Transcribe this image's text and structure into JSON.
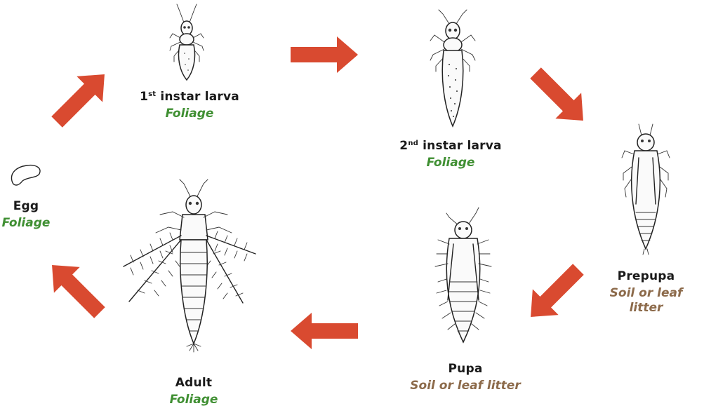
{
  "colors": {
    "arrow": "#d94a30",
    "foliage": "#3f8f32",
    "soil": "#8c6a4a",
    "label": "#1a1a1a"
  },
  "stages": {
    "egg": {
      "name": "Egg",
      "habitat": "Foliage",
      "habitat_type": "foliage"
    },
    "first": {
      "name_main": "1",
      "name_sup": "st",
      "name_rest": " instar larva",
      "habitat": "Foliage",
      "habitat_type": "foliage"
    },
    "second": {
      "name_main": "2",
      "name_sup": "nd",
      "name_rest": " instar larva",
      "habitat": "Foliage",
      "habitat_type": "foliage"
    },
    "prepupa": {
      "name": "Prepupa",
      "habitat": "Soil or leaf litter",
      "habitat_type": "soil"
    },
    "pupa": {
      "name": "Pupa",
      "habitat": "Soil or leaf litter",
      "habitat_type": "soil"
    },
    "adult": {
      "name": "Adult",
      "habitat": "Foliage",
      "habitat_type": "foliage"
    }
  },
  "icons": {
    "egg": "egg-illustration",
    "first": "first-instar-larva-illustration",
    "second": "second-instar-larva-illustration",
    "prepupa": "prepupa-illustration",
    "pupa": "pupa-illustration",
    "adult": "adult-thrips-illustration",
    "arrow": "cycle-arrow-icon"
  }
}
